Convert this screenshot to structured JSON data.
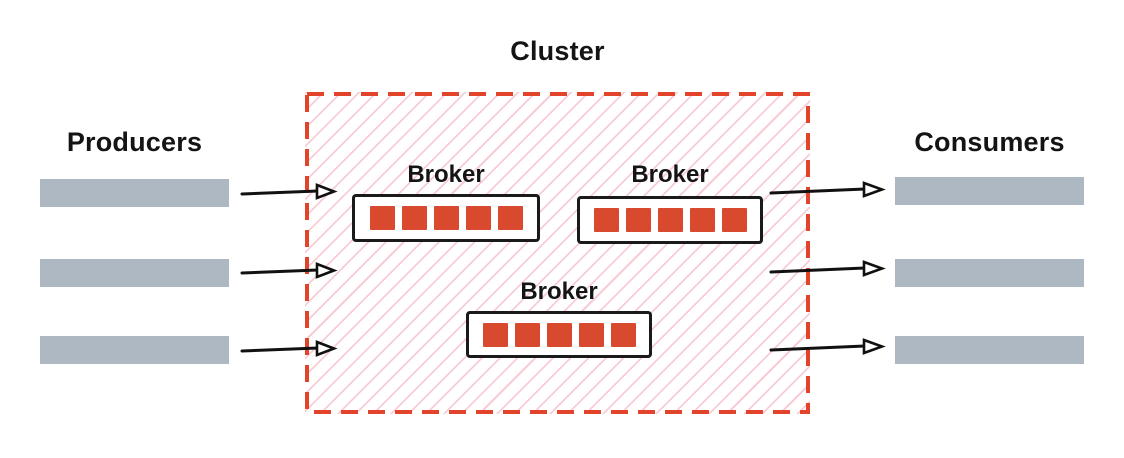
{
  "cluster": {
    "title": "Cluster",
    "brokers": [
      {
        "label": "Broker",
        "partitions": 5
      },
      {
        "label": "Broker",
        "partitions": 5
      },
      {
        "label": "Broker",
        "partitions": 5
      }
    ]
  },
  "producers": {
    "label": "Producers",
    "stream_count": 3
  },
  "consumers": {
    "label": "Consumers",
    "stream_count": 3
  },
  "colors": {
    "accent_red": "#e2432b",
    "partition_red": "#d9492d",
    "hatch_pink": "#f8ccd5",
    "bar_gray": "#adb8c3",
    "text": "#141414",
    "box_border": "#1a1a1a"
  }
}
